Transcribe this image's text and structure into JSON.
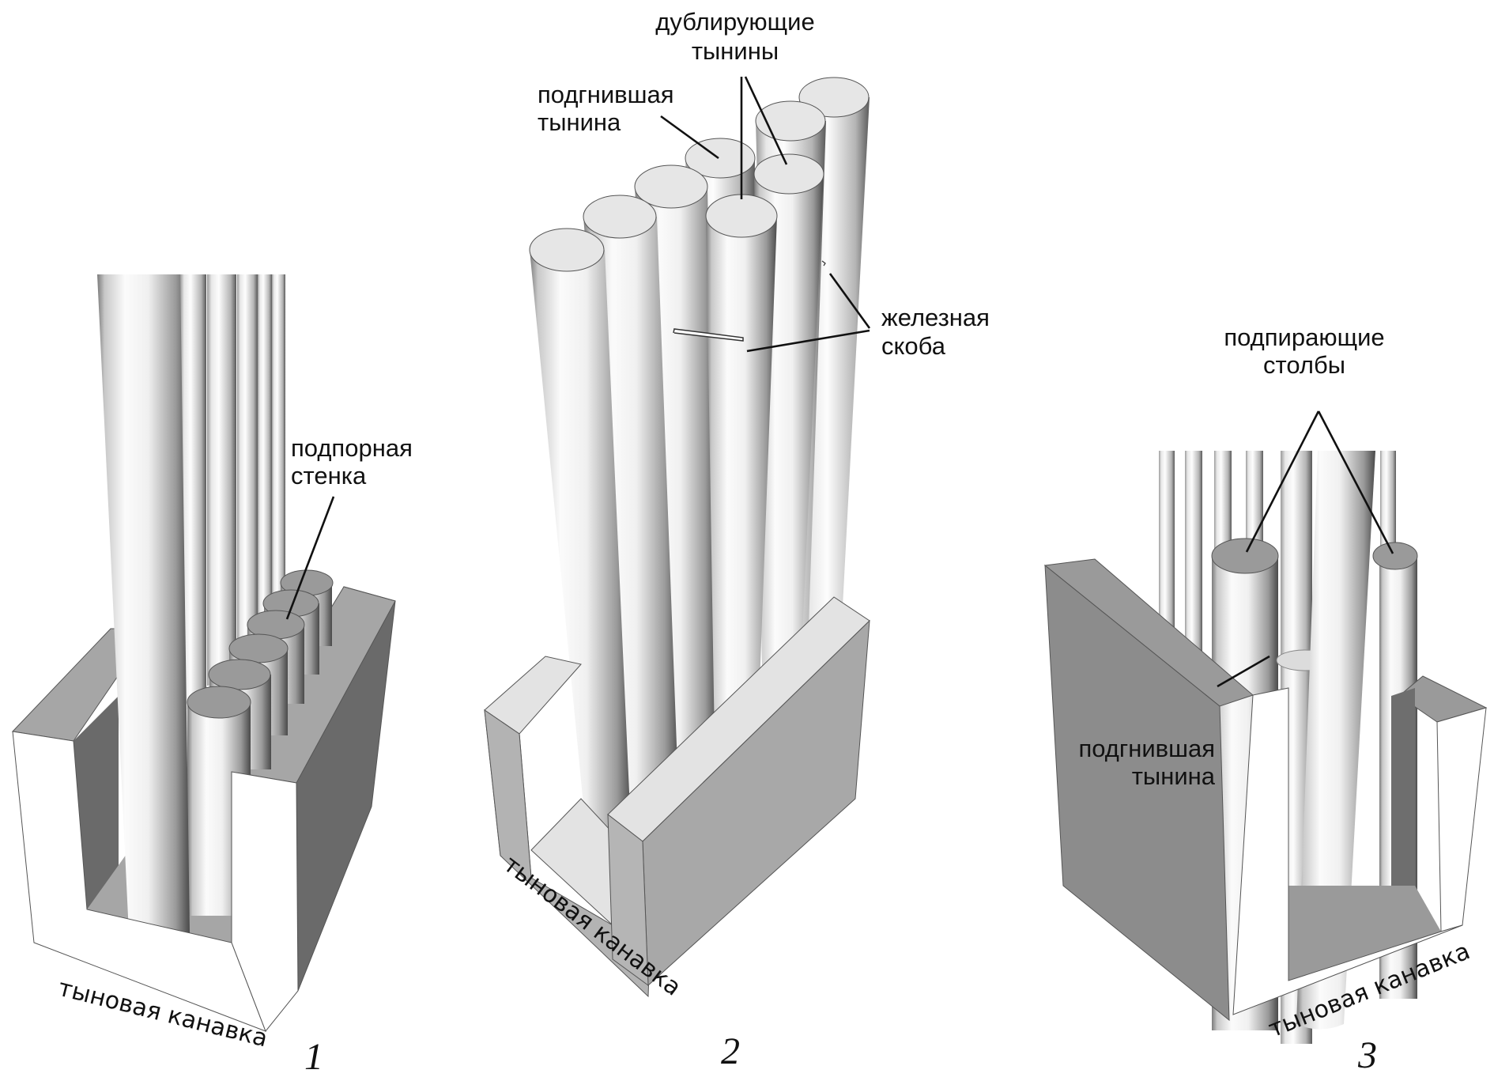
{
  "figures": [
    {
      "number": "1",
      "labels": {
        "retaining_wall_line1": "подпорная",
        "retaining_wall_line2": "стенка",
        "trench": "тыновая канавка"
      }
    },
    {
      "number": "2",
      "labels": {
        "duplicating_logs_line1": "дублирующие",
        "duplicating_logs_line2": "тынины",
        "rotten_log_line1": "подгнившая",
        "rotten_log_line2": "тынина",
        "iron_staple_line1": "железная",
        "iron_staple_line2": "скоба",
        "trench": "тыновая канавка"
      }
    },
    {
      "number": "3",
      "labels": {
        "supporting_posts_line1": "подпирающие",
        "supporting_posts_line2": "столбы",
        "rotten_log_line1": "подгнившая",
        "rotten_log_line2": "тынина",
        "trench": "тыновая канавка"
      }
    }
  ],
  "colors": {
    "block_light": "#ffffff",
    "block_mid": "#a8a8a8",
    "block_dark": "#6a6a6a",
    "cap_gray": "#9a9a9a",
    "cap_light": "#e6e6e6"
  }
}
